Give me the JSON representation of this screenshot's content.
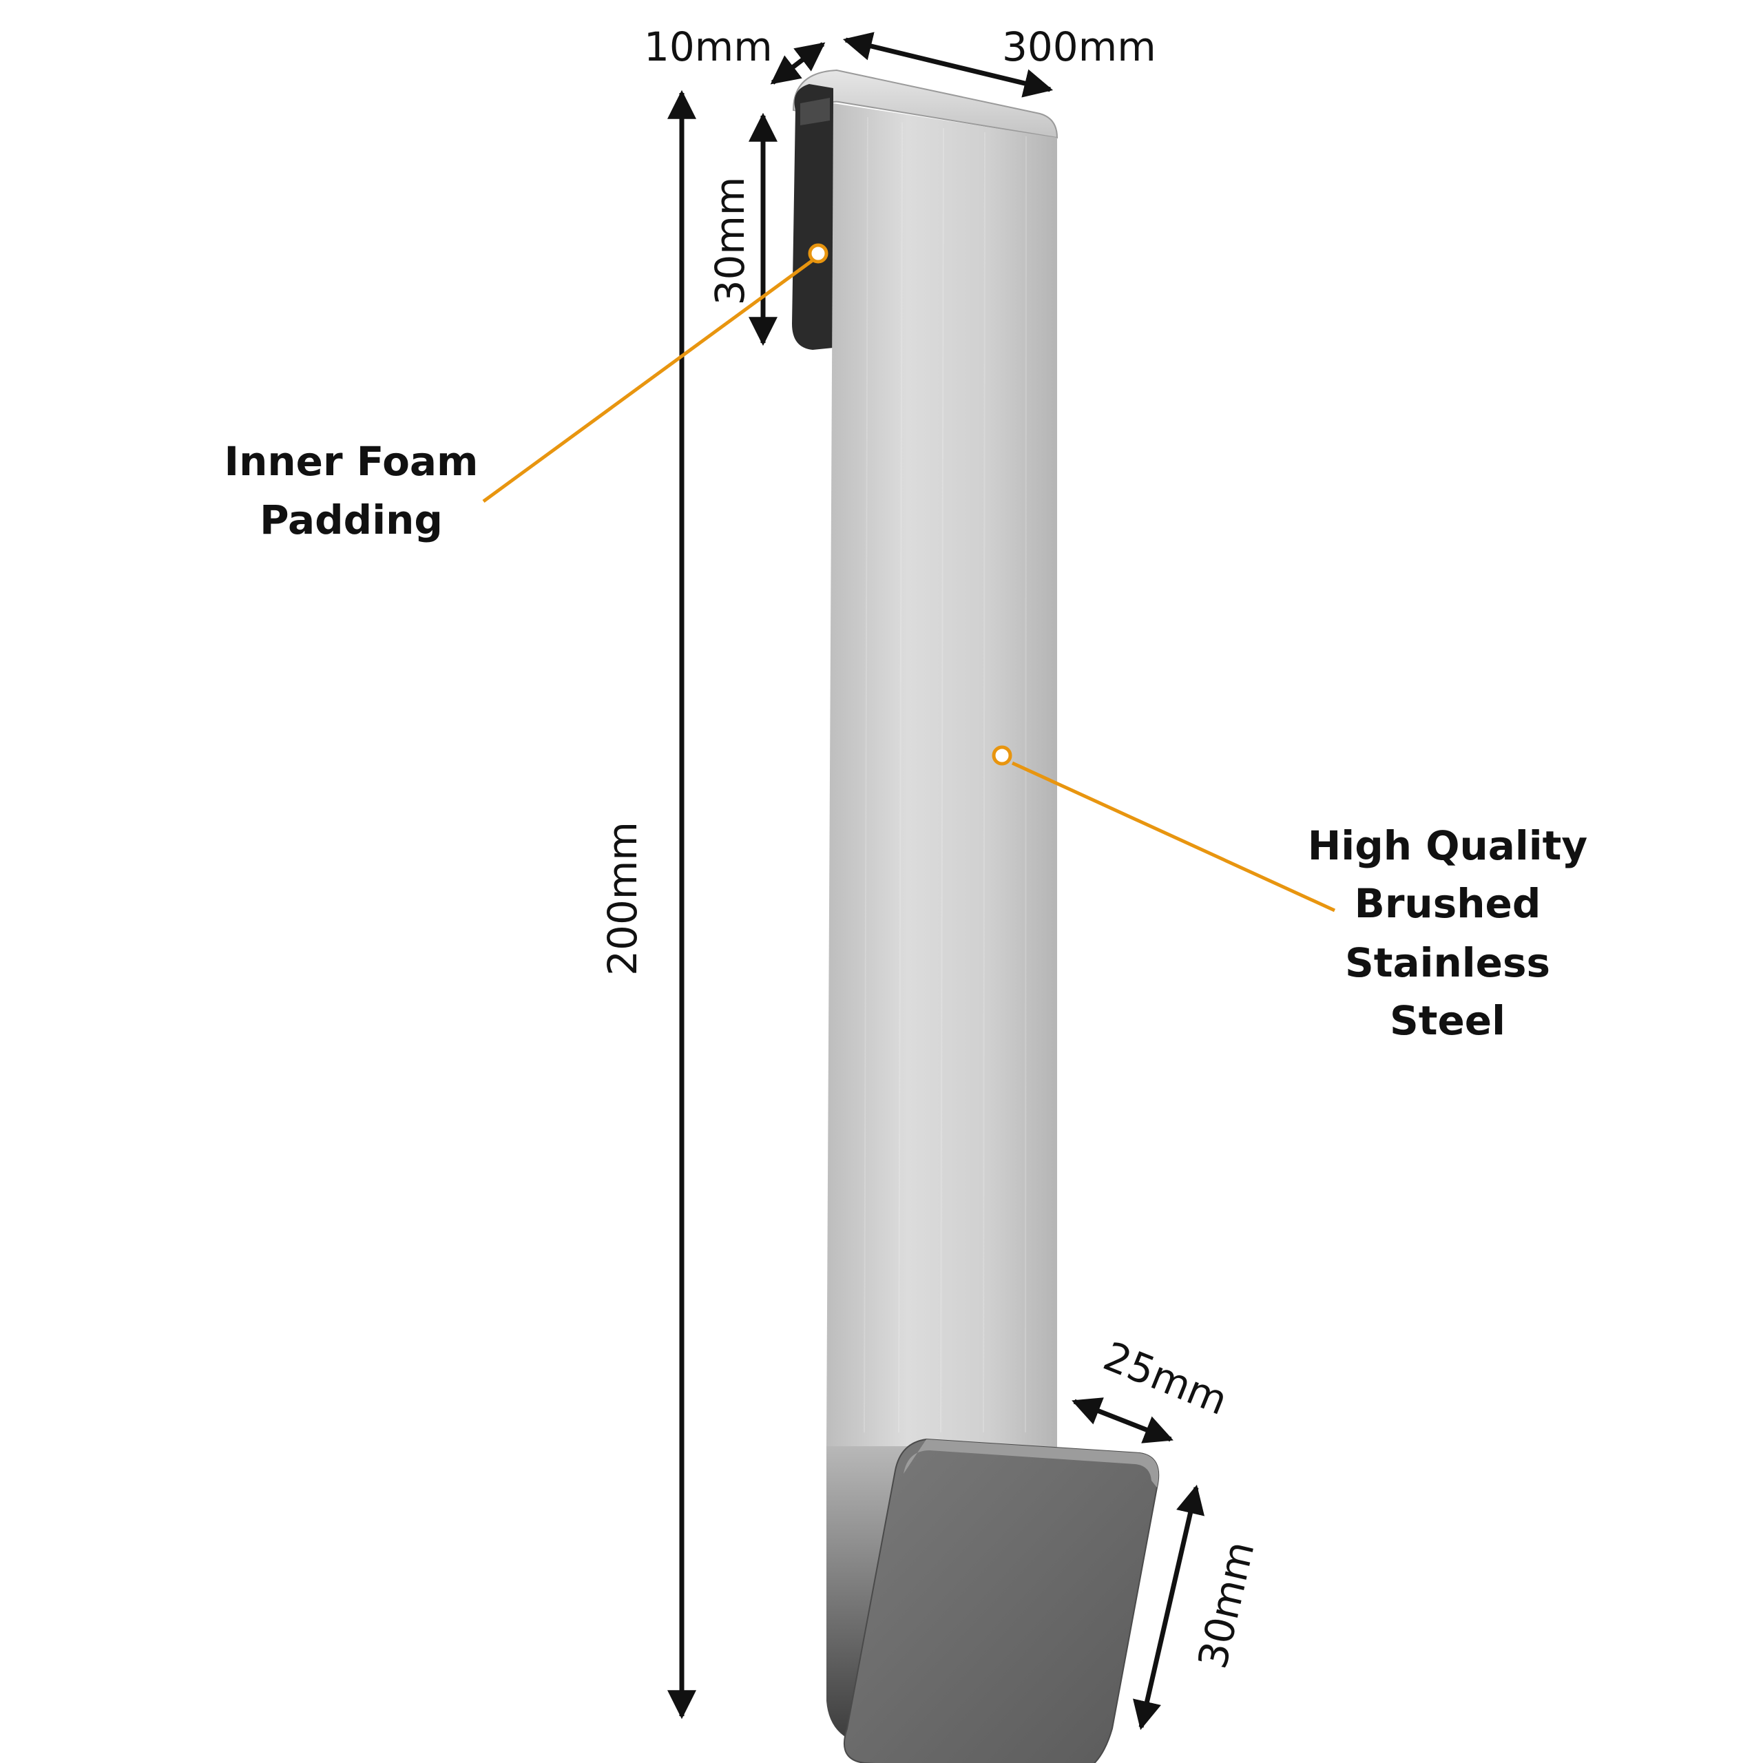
{
  "dimensions": {
    "depth": "10mm",
    "width": "300mm",
    "inner_height": "30mm",
    "total_height": "200mm",
    "hook_depth": "25mm",
    "hook_height": "30mm"
  },
  "callouts": {
    "foam": {
      "line1": "Inner Foam",
      "line2": "Padding"
    },
    "steel": {
      "line1": "High Quality",
      "line2": "Brushed",
      "line3": "Stainless",
      "line4": "Steel"
    }
  },
  "colors": {
    "callout": "#E8950F",
    "steel_light": "#D6D6D6",
    "steel_dark": "#6E6E6E",
    "foam": "#2B2B2B",
    "ink": "#111111"
  }
}
